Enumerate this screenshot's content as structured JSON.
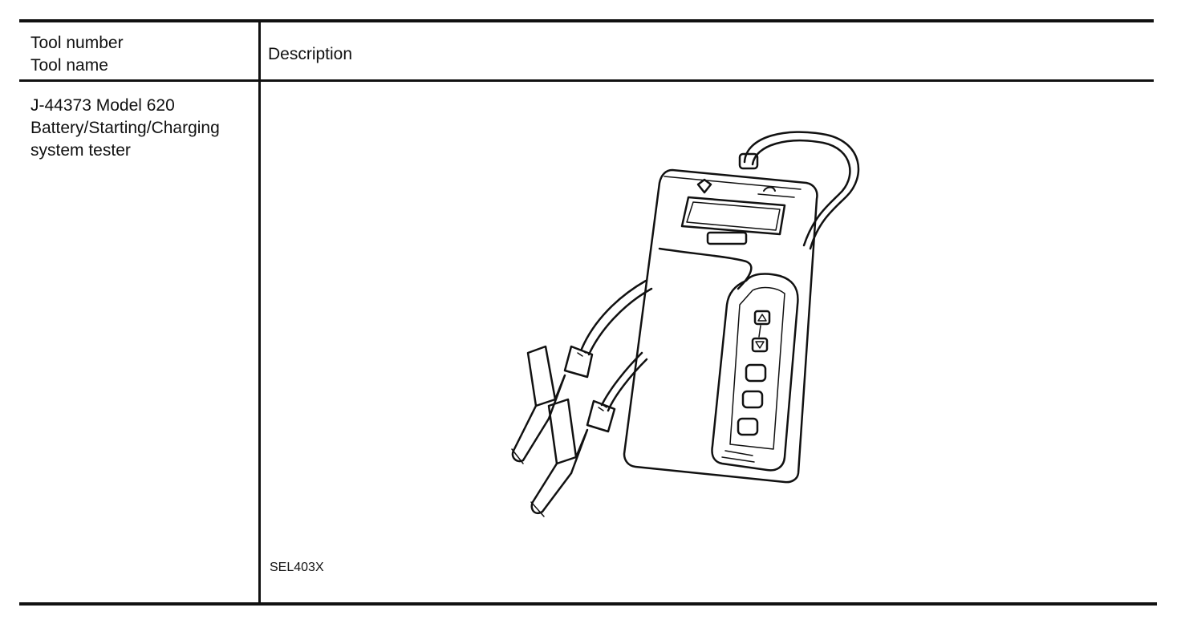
{
  "table": {
    "header": {
      "left_line1": "Tool number",
      "left_line2": "Tool name",
      "right": "Description"
    },
    "row": {
      "tool_number": "J-44373 Model 620",
      "tool_name_line1": "Battery/Starting/Charging",
      "tool_name_line2": "system tester",
      "illustration_code": "SEL403X"
    }
  },
  "icons": {
    "illustration": "battery-tester-illustration"
  }
}
